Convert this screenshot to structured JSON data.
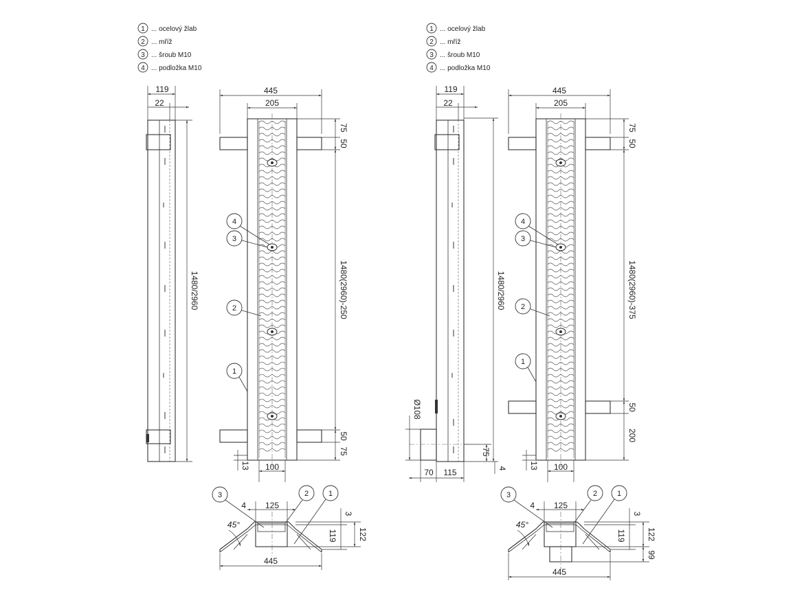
{
  "legend": {
    "items": [
      {
        "num": "1",
        "text": "... ocelový žlab"
      },
      {
        "num": "2",
        "text": "... mříž"
      },
      {
        "num": "3",
        "text": "... šroub M10"
      },
      {
        "num": "4",
        "text": "... podložka M10"
      }
    ]
  },
  "left_drawing": {
    "side": {
      "width": "119",
      "offset": "22",
      "length": "1480/2960"
    },
    "front": {
      "width": "445",
      "grate_width": "205",
      "top_a": "75",
      "top_b": "50",
      "span": "1480(2960)-250",
      "bot_a": "50",
      "bot_b": "75",
      "side_gap": "13",
      "outlet": "100"
    },
    "section": {
      "wall": "4",
      "inner": "125",
      "gap": "3",
      "depth_a": "119",
      "depth_b": "122",
      "angle": "45°",
      "width": "445"
    }
  },
  "right_drawing": {
    "side": {
      "width": "119",
      "offset": "22",
      "length": "1480/2960",
      "pipe_dia": "Ø108",
      "pipe_drop": "75",
      "pipe_tol": "4",
      "pipe_off_a": "70",
      "pipe_off_b": "115"
    },
    "front": {
      "width": "445",
      "grate_width": "205",
      "top_a": "75",
      "top_b": "50",
      "span": "1480(2960)-375",
      "bot_a": "50",
      "bot_b": "200",
      "side_gap": "13",
      "outlet": "100"
    },
    "section": {
      "wall": "4",
      "inner": "125",
      "gap": "3",
      "depth_a": "119",
      "depth_b": "122",
      "depth_c": "99",
      "angle": "45°",
      "width": "445"
    }
  }
}
